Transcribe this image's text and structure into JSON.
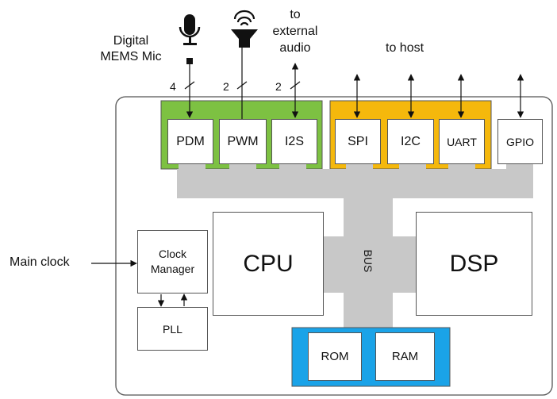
{
  "external": {
    "mic_label_line1": "Digital",
    "mic_label_line2": "MEMS Mic",
    "audio_label_line1": "to",
    "audio_label_line2": "external",
    "audio_label_line3": "audio",
    "host_label": "to host",
    "main_clock_label": "Main clock"
  },
  "bus_widths": {
    "pdm": "4",
    "pwm": "2",
    "i2s": "2"
  },
  "blocks": {
    "pdm": "PDM",
    "pwm": "PWM",
    "i2s": "I2S",
    "spi": "SPI",
    "i2c": "I2C",
    "uart": "UART",
    "gpio": "GPIO",
    "cpu": "CPU",
    "dsp": "DSP",
    "bus": "BUS",
    "clock_manager_line1": "Clock",
    "clock_manager_line2": "Manager",
    "pll": "PLL",
    "rom": "ROM",
    "ram": "RAM"
  },
  "colors": {
    "audio_group": "#7dc142",
    "host_group": "#f5b80c",
    "memory_group": "#1aa3e8",
    "bus": "#c8c8c8",
    "outline": "#555555"
  },
  "icons": {
    "microphone": "microphone-icon",
    "speaker": "speaker-icon"
  }
}
